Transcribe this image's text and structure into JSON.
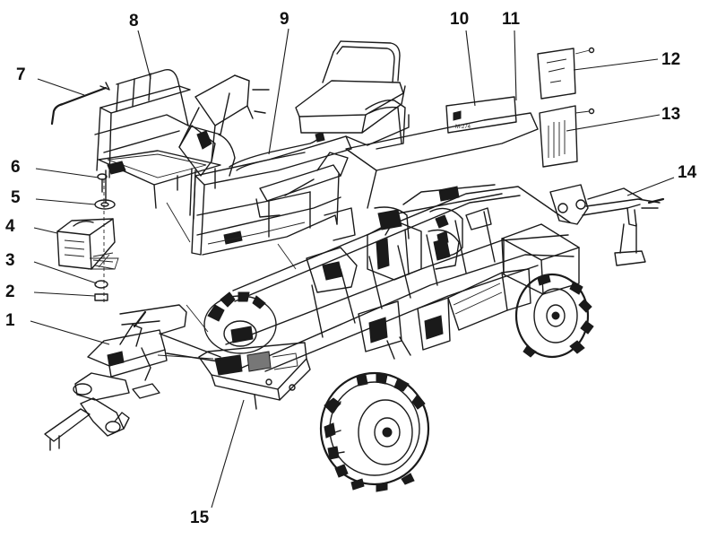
{
  "callouts": [
    {
      "id": "1",
      "label": "1"
    },
    {
      "id": "2",
      "label": "2"
    },
    {
      "id": "3",
      "label": "3"
    },
    {
      "id": "4",
      "label": "4"
    },
    {
      "id": "5",
      "label": "5"
    },
    {
      "id": "6",
      "label": "6"
    },
    {
      "id": "7",
      "label": "7"
    },
    {
      "id": "8",
      "label": "8"
    },
    {
      "id": "9",
      "label": "9"
    },
    {
      "id": "10",
      "label": "10"
    },
    {
      "id": "11",
      "label": "11"
    },
    {
      "id": "12",
      "label": "12"
    },
    {
      "id": "13",
      "label": "13"
    },
    {
      "id": "14",
      "label": "14"
    },
    {
      "id": "15",
      "label": "15"
    }
  ],
  "plate_text": "M-274"
}
